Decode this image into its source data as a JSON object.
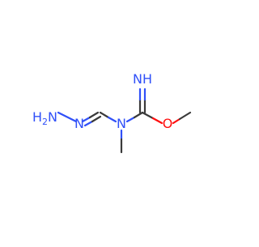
{
  "molecule": {
    "colors": {
      "carbon_bond": "#3a3a3a",
      "nitrogen": "#3050f8",
      "oxygen": "#ff0d0d"
    },
    "atoms": [
      {
        "id": "amine_N",
        "label": "H",
        "sub": "2",
        "suffix": "N",
        "element": "N"
      },
      {
        "id": "hydrazone_N",
        "label": "N",
        "element": "N"
      },
      {
        "id": "amide_N",
        "label": "N",
        "element": "N"
      },
      {
        "id": "imine_NH",
        "label": "NH",
        "element": "N"
      },
      {
        "id": "ether_O",
        "label": "O",
        "element": "O"
      }
    ]
  }
}
